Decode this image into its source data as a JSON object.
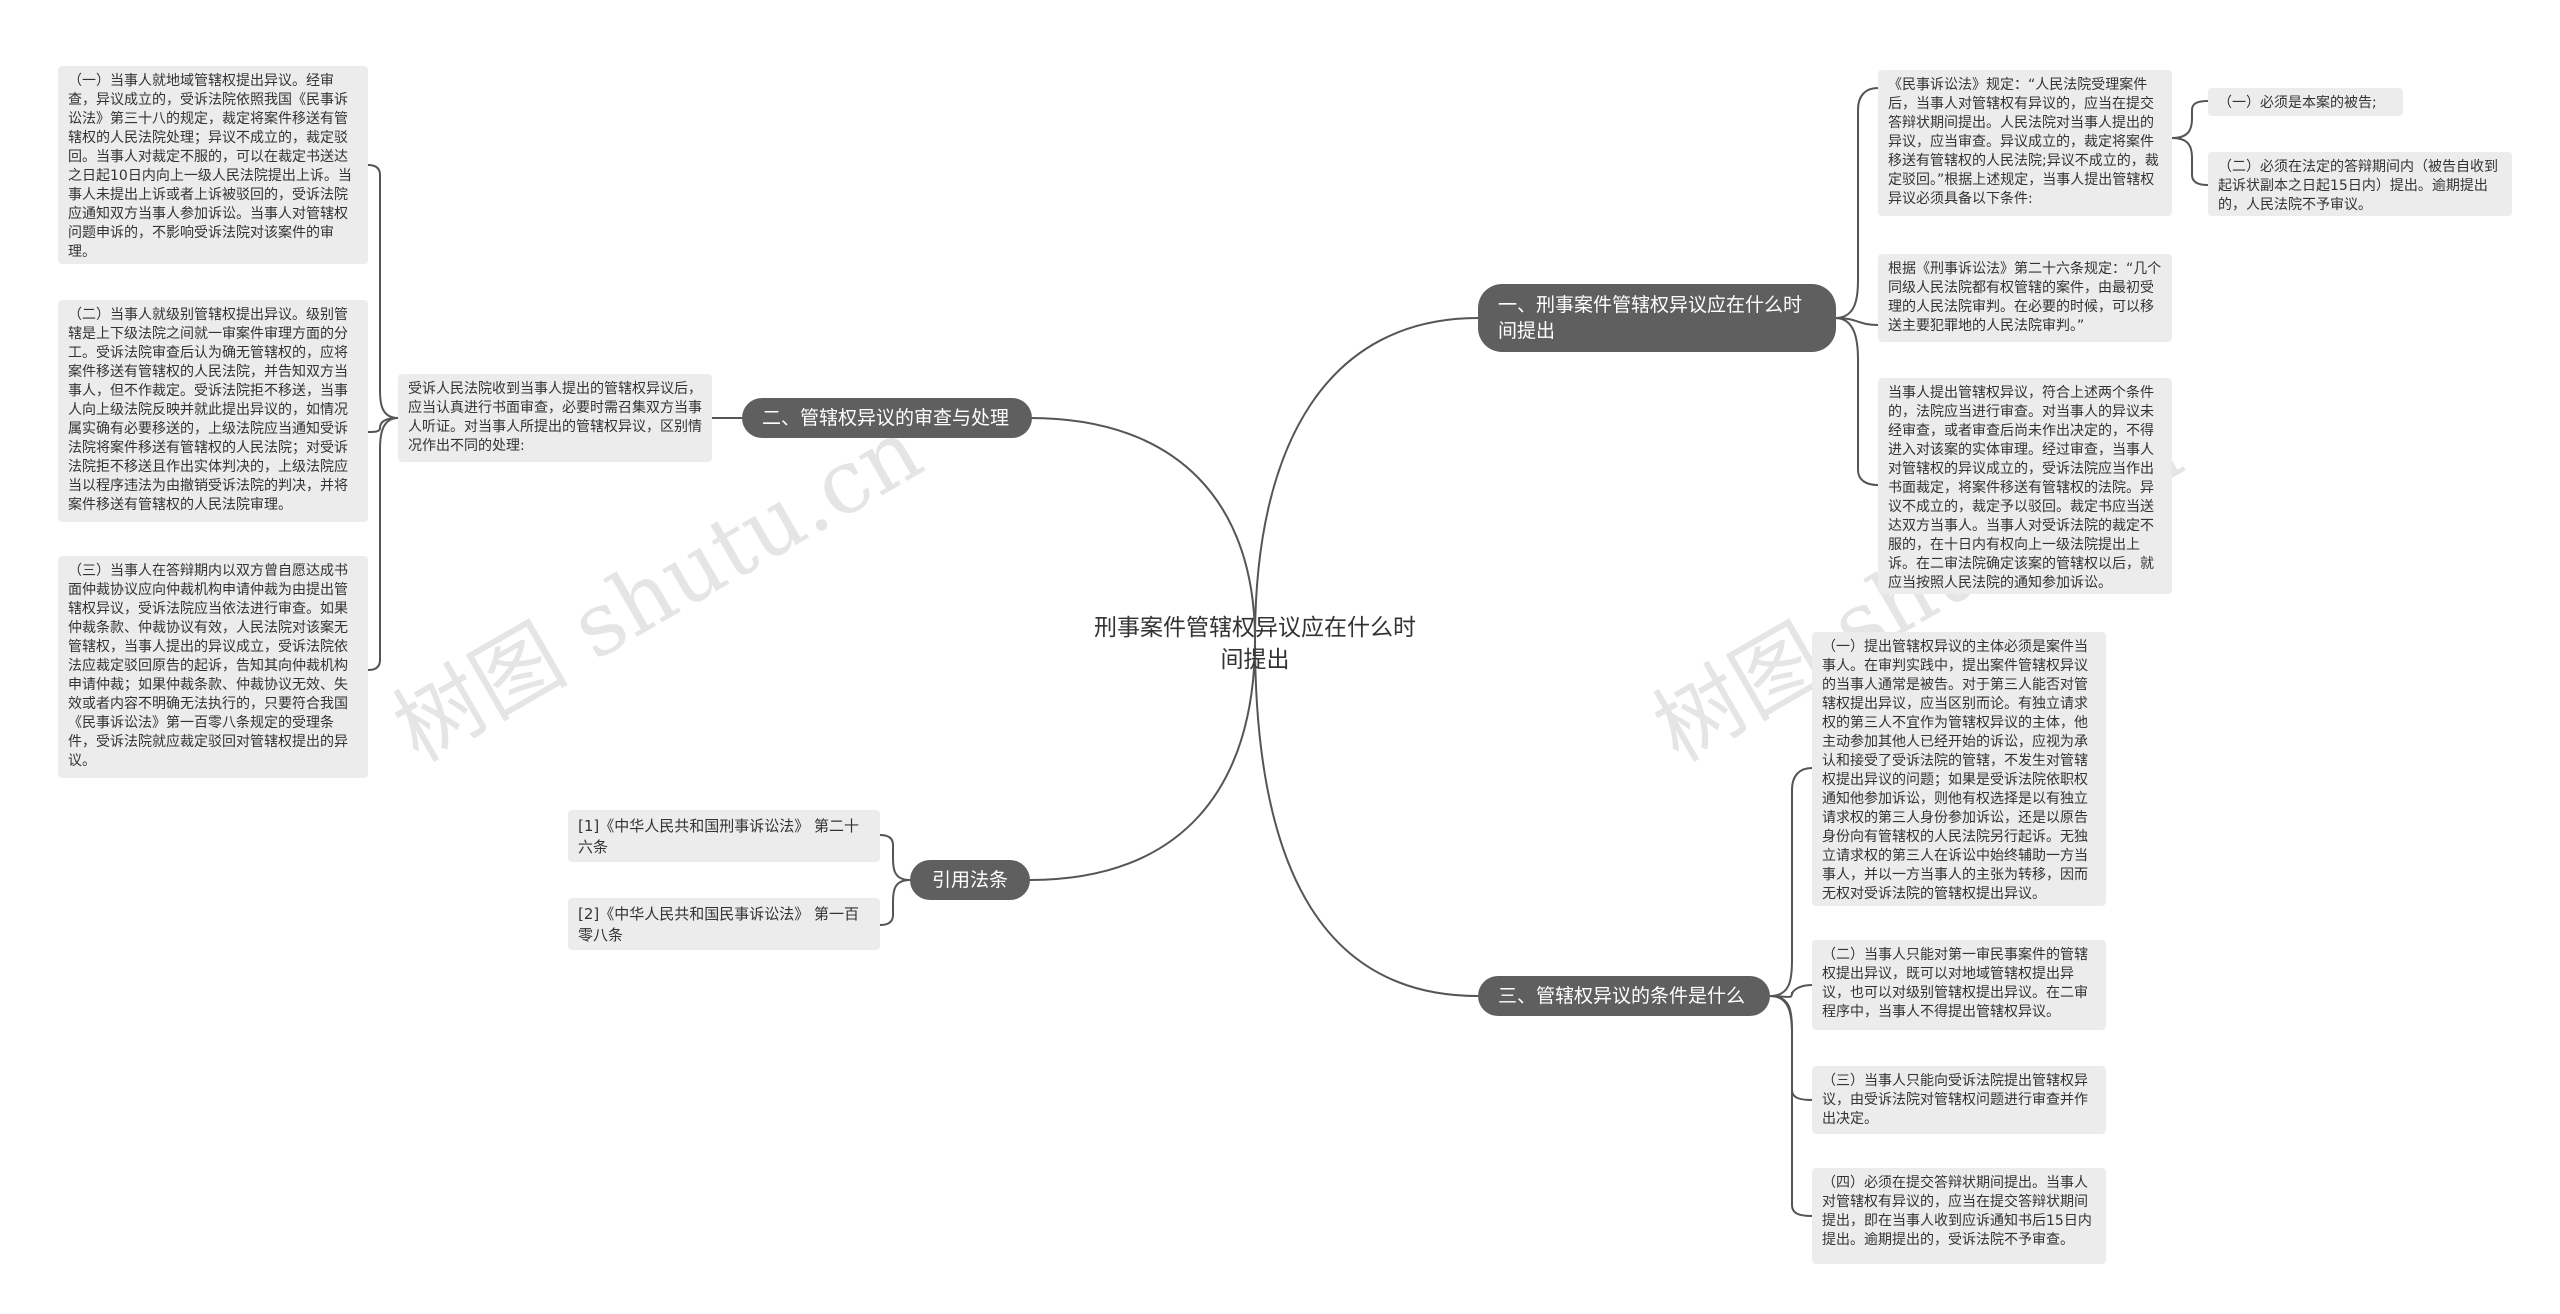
{
  "center": {
    "title": "刑事案件管辖权异议应在什么时间提出"
  },
  "branches": {
    "b1": {
      "label": "一、刑事案件管辖权异议应在什么时间提出"
    },
    "b2": {
      "label": "二、管辖权异议的审查与处理"
    },
    "b3": {
      "label": "三、管辖权异议的条件是什么"
    },
    "b4": {
      "label": "引用法条"
    }
  },
  "b1_children": {
    "c1": "《民事诉讼法》规定：“人民法院受理案件后，当事人对管辖权有异议的，应当在提交答辩状期间提出。人民法院对当事人提出的异议，应当审查。异议成立的，裁定将案件移送有管辖权的人民法院;异议不成立的，裁定驳回。”根据上述规定，当事人提出管辖权异议必须具备以下条件:",
    "c1_a": "（一）必须是本案的被告;",
    "c1_b": "（二）必须在法定的答辩期间内（被告自收到起诉状副本之日起15日内）提出。逾期提出的，人民法院不予审议。",
    "c2": "根据《刑事诉讼法》第二十六条规定：“几个同级人民法院都有权管辖的案件，由最初受理的人民法院审判。在必要的时候，可以移送主要犯罪地的人民法院审判。”",
    "c3": "当事人提出管辖权异议，符合上述两个条件的，法院应当进行审查。对当事人的异议未经审查，或者审查后尚未作出决定的，不得进入对该案的实体审理。经过审查，当事人对管辖权的异议成立的，受诉法院应当作出书面裁定，将案件移送有管辖权的法院。异议不成立的，裁定予以驳回。裁定书应当送达双方当事人。当事人对受诉法院的裁定不服的，在十日内有权向上一级法院提出上诉。在二审法院确定该案的管辖权以后，就应当按照人民法院的通知参加诉讼。"
  },
  "b2_children": {
    "mid": "受诉人民法院收到当事人提出的管辖权异议后，应当认真进行书面审查，必要时需召集双方当事人听证。对当事人所提出的管辖权异议，区别情况作出不同的处理:",
    "l1": "（一）当事人就地域管辖权提出异议。经审查，异议成立的，受诉法院依照我国《民事诉讼法》第三十八的规定，裁定将案件移送有管辖权的人民法院处理；异议不成立的，裁定驳回。当事人对裁定不服的，可以在裁定书送达之日起10日内向上一级人民法院提出上诉。当事人未提出上诉或者上诉被驳回的，受诉法院应通知双方当事人参加诉讼。当事人对管辖权问题申诉的，不影响受诉法院对该案件的审理。",
    "l2": "（二）当事人就级别管辖权提出异议。级别管辖是上下级法院之间就一审案件审理方面的分工。受诉法院审查后认为确无管辖权的，应将案件移送有管辖权的人民法院，并告知双方当事人，但不作裁定。受诉法院拒不移送，当事人向上级法院反映并就此提出异议的，如情况属实确有必要移送的，上级法院应当通知受诉法院将案件移送有管辖权的人民法院；对受诉法院拒不移送且作出实体判决的，上级法院应当以程序违法为由撤销受诉法院的判决，并将案件移送有管辖权的人民法院审理。",
    "l3": "（三）当事人在答辩期内以双方曾自愿达成书面仲裁协议应向仲裁机构申请仲裁为由提出管辖权异议，受诉法院应当依法进行审查。如果仲裁条款、仲裁协议有效，人民法院对该案无管辖权，当事人提出的异议成立，受诉法院依法应裁定驳回原告的起诉，告知其向仲裁机构申请仲裁；如果仲裁条款、仲裁协议无效、失效或者内容不明确无法执行的，只要符合我国《民事诉讼法》第一百零八条规定的受理条件，受诉法院就应裁定驳回对管辖权提出的异议。"
  },
  "b3_children": {
    "r1": "（一）提出管辖权异议的主体必须是案件当事人。在审判实践中，提出案件管辖权异议的当事人通常是被告。对于第三人能否对管辖权提出异议，应当区别而论。有独立请求权的第三人不宜作为管辖权异议的主体，他主动参加其他人已经开始的诉讼，应视为承认和接受了受诉法院的管辖，不发生对管辖权提出异议的问题；如果是受诉法院依职权通知他参加诉讼，则他有权选择是以有独立请求权的第三人身份参加诉讼，还是以原告身份向有管辖权的人民法院另行起诉。无独立请求权的第三人在诉讼中始终辅助一方当事人，并以一方当事人的主张为转移，因而无权对受诉法院的管辖权提出异议。",
    "r2": "（二）当事人只能对第一审民事案件的管辖权提出异议，既可以对地域管辖权提出异议，也可以对级别管辖权提出异议。在二审程序中，当事人不得提出管辖权异议。",
    "r3": "（三）当事人只能向受诉法院提出管辖权异议，由受诉法院对管辖权问题进行审查并作出决定。",
    "r4": "（四）必须在提交答辩状期间提出。当事人对管辖权有异议的，应当在提交答辩状期间提出，即在当事人收到应诉通知书后15日内提出。逾期提出的，受诉法院不予审查。"
  },
  "b4_children": {
    "law1": "[1]《中华人民共和国刑事诉讼法》 第二十六条",
    "law2": "[2]《中华人民共和国民事诉讼法》 第一百零八条"
  },
  "watermarks": [
    "树图 shutu.cn",
    "树图 shutu.cn"
  ],
  "colors": {
    "branch_bg": "#5f5f5f",
    "leaf_bg": "#ececec",
    "line": "#555555"
  }
}
